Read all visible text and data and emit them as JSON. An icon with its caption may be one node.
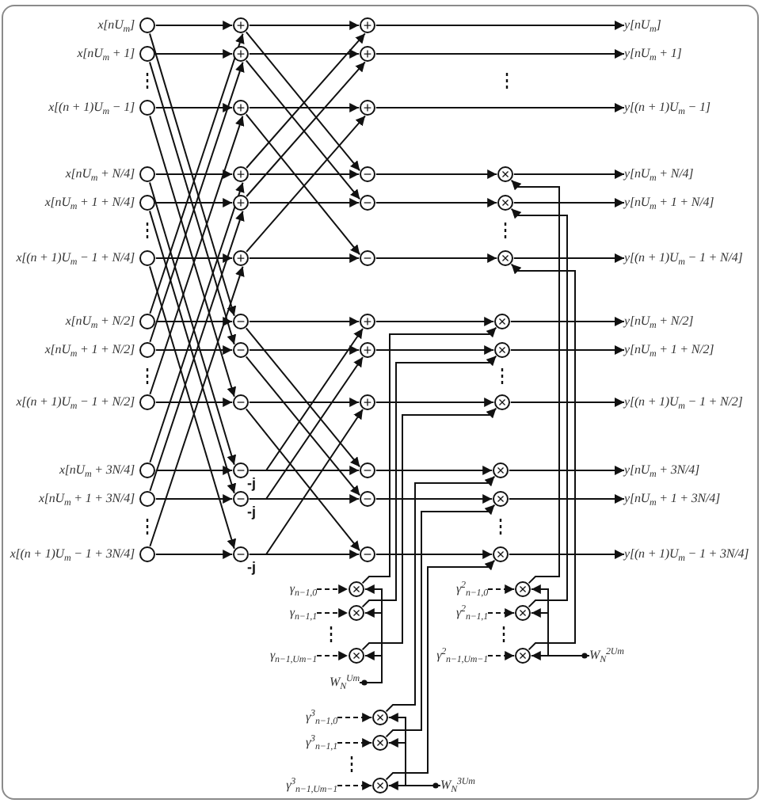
{
  "diagram": {
    "nodes": [
      {
        "text": [],
        "shape": "circle",
        "beside": [
          "x[nU$_{m}$]"
        ]
      },
      {
        "text": [],
        "shape": "circle",
        "beside": [
          "x[nU$_{m}$ + 1]"
        ]
      },
      {
        "text": [],
        "shape": "circle",
        "beside": [
          "x[(n + 1)U$_{m}$ − 1]"
        ]
      },
      {
        "text": [],
        "shape": "circle",
        "beside": [
          "x[nU$_{m}$ + N/4]"
        ]
      },
      {
        "text": [],
        "shape": "circle",
        "beside": [
          "x[nU$_{m}$ + 1 + N/4]"
        ]
      },
      {
        "text": [],
        "shape": "circle",
        "beside": [
          "x[(n + 1)U$_{m}$ − 1 + N/4]"
        ]
      },
      {
        "text": [],
        "shape": "circle",
        "beside": [
          "x[nU$_{m}$ + N/2]"
        ]
      },
      {
        "text": [],
        "shape": "circle",
        "beside": [
          "x[nU$_{m}$ + 1 + N/2]"
        ]
      },
      {
        "text": [],
        "shape": "circle",
        "beside": [
          "x[(n + 1)U$_{m}$ − 1 + N/2]"
        ]
      },
      {
        "text": [],
        "shape": "circle",
        "beside": [
          "x[nU$_{m}$ + 3N/4]"
        ]
      },
      {
        "text": [],
        "shape": "circle",
        "beside": [
          "x[nU$_{m}$ + 1 + 3N/4]"
        ]
      },
      {
        "text": [],
        "shape": "circle",
        "beside": [
          "x[(n + 1)U$_{m}$ − 1 + 3N/4]"
        ]
      },
      {
        "text": [
          "+"
        ]
      },
      {
        "text": [
          "+"
        ]
      },
      {
        "text": [
          "+"
        ]
      },
      {
        "text": [
          "+"
        ]
      },
      {
        "text": [
          "+"
        ]
      },
      {
        "text": [
          "+"
        ]
      },
      {
        "text": [
          "−"
        ]
      },
      {
        "text": [
          "−"
        ]
      },
      {
        "text": [
          "−"
        ]
      },
      {
        "text": [
          "−"
        ],
        "beside": [
          "-j"
        ]
      },
      {
        "text": [
          "−"
        ],
        "beside": [
          "-j"
        ]
      },
      {
        "text": [
          "−"
        ],
        "beside": [
          "-j"
        ]
      },
      {
        "text": [
          "+"
        ]
      },
      {
        "text": [
          "+"
        ]
      },
      {
        "text": [
          "+"
        ]
      },
      {
        "text": [
          "−"
        ]
      },
      {
        "text": [
          "−"
        ]
      },
      {
        "text": [
          "−"
        ]
      },
      {
        "text": [
          "+"
        ]
      },
      {
        "text": [
          "+"
        ]
      },
      {
        "text": [
          "+"
        ]
      },
      {
        "text": [
          "−"
        ]
      },
      {
        "text": [
          "−"
        ]
      },
      {
        "text": [
          "−"
        ]
      },
      {
        "text": [
          "×"
        ]
      },
      {
        "text": [
          "×"
        ]
      },
      {
        "text": [
          "×"
        ]
      },
      {
        "text": [
          "×"
        ]
      },
      {
        "text": [
          "×"
        ]
      },
      {
        "text": [
          "×"
        ]
      },
      {
        "text": [
          "×"
        ]
      },
      {
        "text": [
          "×"
        ]
      },
      {
        "text": [
          "×"
        ]
      },
      {
        "text": [
          "y[nU$_{m}$]"
        ]
      },
      {
        "text": [
          "y[nU$_{m}$ + 1]"
        ]
      },
      {
        "text": [
          "y[(n + 1)U$_{m}$ − 1]"
        ]
      },
      {
        "text": [
          "y[nU$_{m}$ + N/4]"
        ]
      },
      {
        "text": [
          "y[nU$_{m}$ + 1 + N/4]"
        ]
      },
      {
        "text": [
          "y[(n + 1)U$_{m}$ − 1 + N/4]"
        ]
      },
      {
        "text": [
          "y[nU$_{m}$ + N/2]"
        ]
      },
      {
        "text": [
          "y[nU$_{m}$ + 1 + N/2]"
        ]
      },
      {
        "text": [
          "y[(n + 1)U$_{m}$ − 1 + N/2]"
        ]
      },
      {
        "text": [
          "y[nU$_{m}$ + 3N/4]"
        ]
      },
      {
        "text": [
          "y[nU$_{m}$ + 1 + 3N/4]"
        ]
      },
      {
        "text": [
          "y[(n + 1)U$_{m}$ − 1 + 3N/4]"
        ]
      },
      {
        "text": [
          "γ$_{n−1,0}$"
        ]
      },
      {
        "text": [
          "γ$_{n−1,1}$"
        ]
      },
      {
        "text": [
          "γ$_{n−1,Um−1}$"
        ]
      },
      {
        "text": [
          "×"
        ]
      },
      {
        "text": [
          "×"
        ]
      },
      {
        "text": [
          "×"
        ]
      },
      {
        "text": [
          "W$_{N}$$^{Um}$"
        ]
      },
      {
        "text": [
          "γ$^{2}$$_{n−1,0}$"
        ]
      },
      {
        "text": [
          "γ$^{2}$$_{n−1,1}$"
        ]
      },
      {
        "text": [
          "γ$^{2}$$_{n−1,Um−1}$"
        ]
      },
      {
        "text": [
          "×"
        ]
      },
      {
        "text": [
          "×"
        ]
      },
      {
        "text": [
          "×"
        ]
      },
      {
        "text": [
          "W$_{N}$$^{2Um}$"
        ]
      },
      {
        "text": [
          "γ$^{3}$$_{n−1,0}$"
        ]
      },
      {
        "text": [
          "γ$^{3}$$_{n−1,1}$"
        ]
      },
      {
        "text": [
          "γ$^{3}$$_{n−1,Um−1}$"
        ]
      },
      {
        "text": [
          "×"
        ]
      },
      {
        "text": [
          "×"
        ]
      },
      {
        "text": [
          "×"
        ]
      },
      {
        "text": [
          "W$_{N}$$^{3Um}$"
        ]
      }
    ],
    "edges": [
      {
        "from": 0,
        "to": 12,
        "arrow": "to"
      },
      {
        "from": 0,
        "to": 18,
        "arrow": "to"
      },
      {
        "from": 1,
        "to": 13,
        "arrow": "to"
      },
      {
        "from": 1,
        "to": 19,
        "arrow": "to"
      },
      {
        "from": 2,
        "to": 14,
        "arrow": "to"
      },
      {
        "from": 2,
        "to": 20,
        "arrow": "to"
      },
      {
        "from": 3,
        "to": 15,
        "arrow": "to"
      },
      {
        "from": 3,
        "to": 21,
        "arrow": "to"
      },
      {
        "from": 4,
        "to": 16,
        "arrow": "to"
      },
      {
        "from": 4,
        "to": 22,
        "arrow": "to"
      },
      {
        "from": 5,
        "to": 17,
        "arrow": "to"
      },
      {
        "from": 5,
        "to": 23,
        "arrow": "to"
      },
      {
        "from": 6,
        "to": 18,
        "arrow": "to"
      },
      {
        "from": 6,
        "to": 12,
        "arrow": "to"
      },
      {
        "from": 7,
        "to": 19,
        "arrow": "to"
      },
      {
        "from": 7,
        "to": 13,
        "arrow": "to"
      },
      {
        "from": 8,
        "to": 20,
        "arrow": "to"
      },
      {
        "from": 8,
        "to": 14,
        "arrow": "to"
      },
      {
        "from": 9,
        "to": 21,
        "arrow": "to"
      },
      {
        "from": 9,
        "to": 15,
        "arrow": "to"
      },
      {
        "from": 10,
        "to": 22,
        "arrow": "to"
      },
      {
        "from": 10,
        "to": 16,
        "arrow": "to"
      },
      {
        "from": 11,
        "to": 23,
        "arrow": "to"
      },
      {
        "from": 11,
        "to": 17,
        "arrow": "to"
      },
      {
        "from": 12,
        "to": 24,
        "arrow": "to"
      },
      {
        "from": 12,
        "to": 27,
        "arrow": "to"
      },
      {
        "from": 13,
        "to": 25,
        "arrow": "to"
      },
      {
        "from": 13,
        "to": 28,
        "arrow": "to"
      },
      {
        "from": 14,
        "to": 26,
        "arrow": "to"
      },
      {
        "from": 14,
        "to": 29,
        "arrow": "to"
      },
      {
        "from": 15,
        "to": 27,
        "arrow": "to"
      },
      {
        "from": 15,
        "to": 24,
        "arrow": "to"
      },
      {
        "from": 16,
        "to": 28,
        "arrow": "to"
      },
      {
        "from": 16,
        "to": 25,
        "arrow": "to"
      },
      {
        "from": 17,
        "to": 29,
        "arrow": "to"
      },
      {
        "from": 17,
        "to": 26,
        "arrow": "to"
      },
      {
        "from": 18,
        "to": 30,
        "arrow": "to"
      },
      {
        "from": 18,
        "to": 33,
        "arrow": "to"
      },
      {
        "from": 19,
        "to": 31,
        "arrow": "to"
      },
      {
        "from": 19,
        "to": 34,
        "arrow": "to"
      },
      {
        "from": 20,
        "to": 32,
        "arrow": "to"
      },
      {
        "from": 20,
        "to": 35,
        "arrow": "to"
      },
      {
        "from": 21,
        "to": 33,
        "arrow": "to"
      },
      {
        "from": 21,
        "to": 30,
        "arrow": "to"
      },
      {
        "from": 22,
        "to": 34,
        "arrow": "to"
      },
      {
        "from": 22,
        "to": 31,
        "arrow": "to"
      },
      {
        "from": 23,
        "to": 35,
        "arrow": "to"
      },
      {
        "from": 23,
        "to": 32,
        "arrow": "to"
      },
      {
        "from": 24,
        "to": 45,
        "arrow": "to"
      },
      {
        "from": 25,
        "to": 46,
        "arrow": "to"
      },
      {
        "from": 26,
        "to": 47,
        "arrow": "to"
      },
      {
        "from": 27,
        "to": 36,
        "arrow": "to"
      },
      {
        "from": 28,
        "to": 37,
        "arrow": "to"
      },
      {
        "from": 29,
        "to": 38,
        "arrow": "to"
      },
      {
        "from": 30,
        "to": 39,
        "arrow": "to"
      },
      {
        "from": 31,
        "to": 40,
        "arrow": "to"
      },
      {
        "from": 32,
        "to": 41,
        "arrow": "to"
      },
      {
        "from": 33,
        "to": 42,
        "arrow": "to"
      },
      {
        "from": 34,
        "to": 43,
        "arrow": "to"
      },
      {
        "from": 35,
        "to": 44,
        "arrow": "to"
      },
      {
        "from": 36,
        "to": 48,
        "arrow": "to"
      },
      {
        "from": 37,
        "to": 49,
        "arrow": "to"
      },
      {
        "from": 38,
        "to": 50,
        "arrow": "to"
      },
      {
        "from": 39,
        "to": 51,
        "arrow": "to"
      },
      {
        "from": 40,
        "to": 52,
        "arrow": "to"
      },
      {
        "from": 41,
        "to": 53,
        "arrow": "to"
      },
      {
        "from": 42,
        "to": 54,
        "arrow": "to"
      },
      {
        "from": 43,
        "to": 55,
        "arrow": "to"
      },
      {
        "from": 44,
        "to": 56,
        "arrow": "to"
      },
      {
        "from": 57,
        "to": 60,
        "arrow": "to",
        "style": "dashed"
      },
      {
        "from": 58,
        "to": 61,
        "arrow": "to",
        "style": "dashed"
      },
      {
        "from": 59,
        "to": 62,
        "arrow": "to",
        "style": "dashed"
      },
      {
        "from": 63,
        "to": 60,
        "arrow": "to"
      },
      {
        "from": 63,
        "to": 61,
        "arrow": "to"
      },
      {
        "from": 63,
        "to": 62,
        "arrow": "to"
      },
      {
        "from": 60,
        "to": 39,
        "arrow": "to"
      },
      {
        "from": 61,
        "to": 40,
        "arrow": "to"
      },
      {
        "from": 62,
        "to": 41,
        "arrow": "to"
      },
      {
        "from": 64,
        "to": 67,
        "arrow": "to",
        "style": "dashed"
      },
      {
        "from": 65,
        "to": 68,
        "arrow": "to",
        "style": "dashed"
      },
      {
        "from": 66,
        "to": 69,
        "arrow": "to",
        "style": "dashed"
      },
      {
        "from": 70,
        "to": 67,
        "arrow": "to"
      },
      {
        "from": 70,
        "to": 68,
        "arrow": "to"
      },
      {
        "from": 70,
        "to": 69,
        "arrow": "to"
      },
      {
        "from": 67,
        "to": 36,
        "arrow": "to"
      },
      {
        "from": 68,
        "to": 37,
        "arrow": "to"
      },
      {
        "from": 69,
        "to": 38,
        "arrow": "to"
      },
      {
        "from": 71,
        "to": 74,
        "arrow": "to",
        "style": "dashed"
      },
      {
        "from": 72,
        "to": 75,
        "arrow": "to",
        "style": "dashed"
      },
      {
        "from": 73,
        "to": 76,
        "arrow": "to",
        "style": "dashed"
      },
      {
        "from": 77,
        "to": 74,
        "arrow": "to"
      },
      {
        "from": 77,
        "to": 75,
        "arrow": "to"
      },
      {
        "from": 77,
        "to": 76,
        "arrow": "to"
      },
      {
        "from": 74,
        "to": 42,
        "arrow": "to"
      },
      {
        "from": 75,
        "to": 43,
        "arrow": "to"
      },
      {
        "from": 76,
        "to": 44,
        "arrow": "to"
      }
    ]
  }
}
